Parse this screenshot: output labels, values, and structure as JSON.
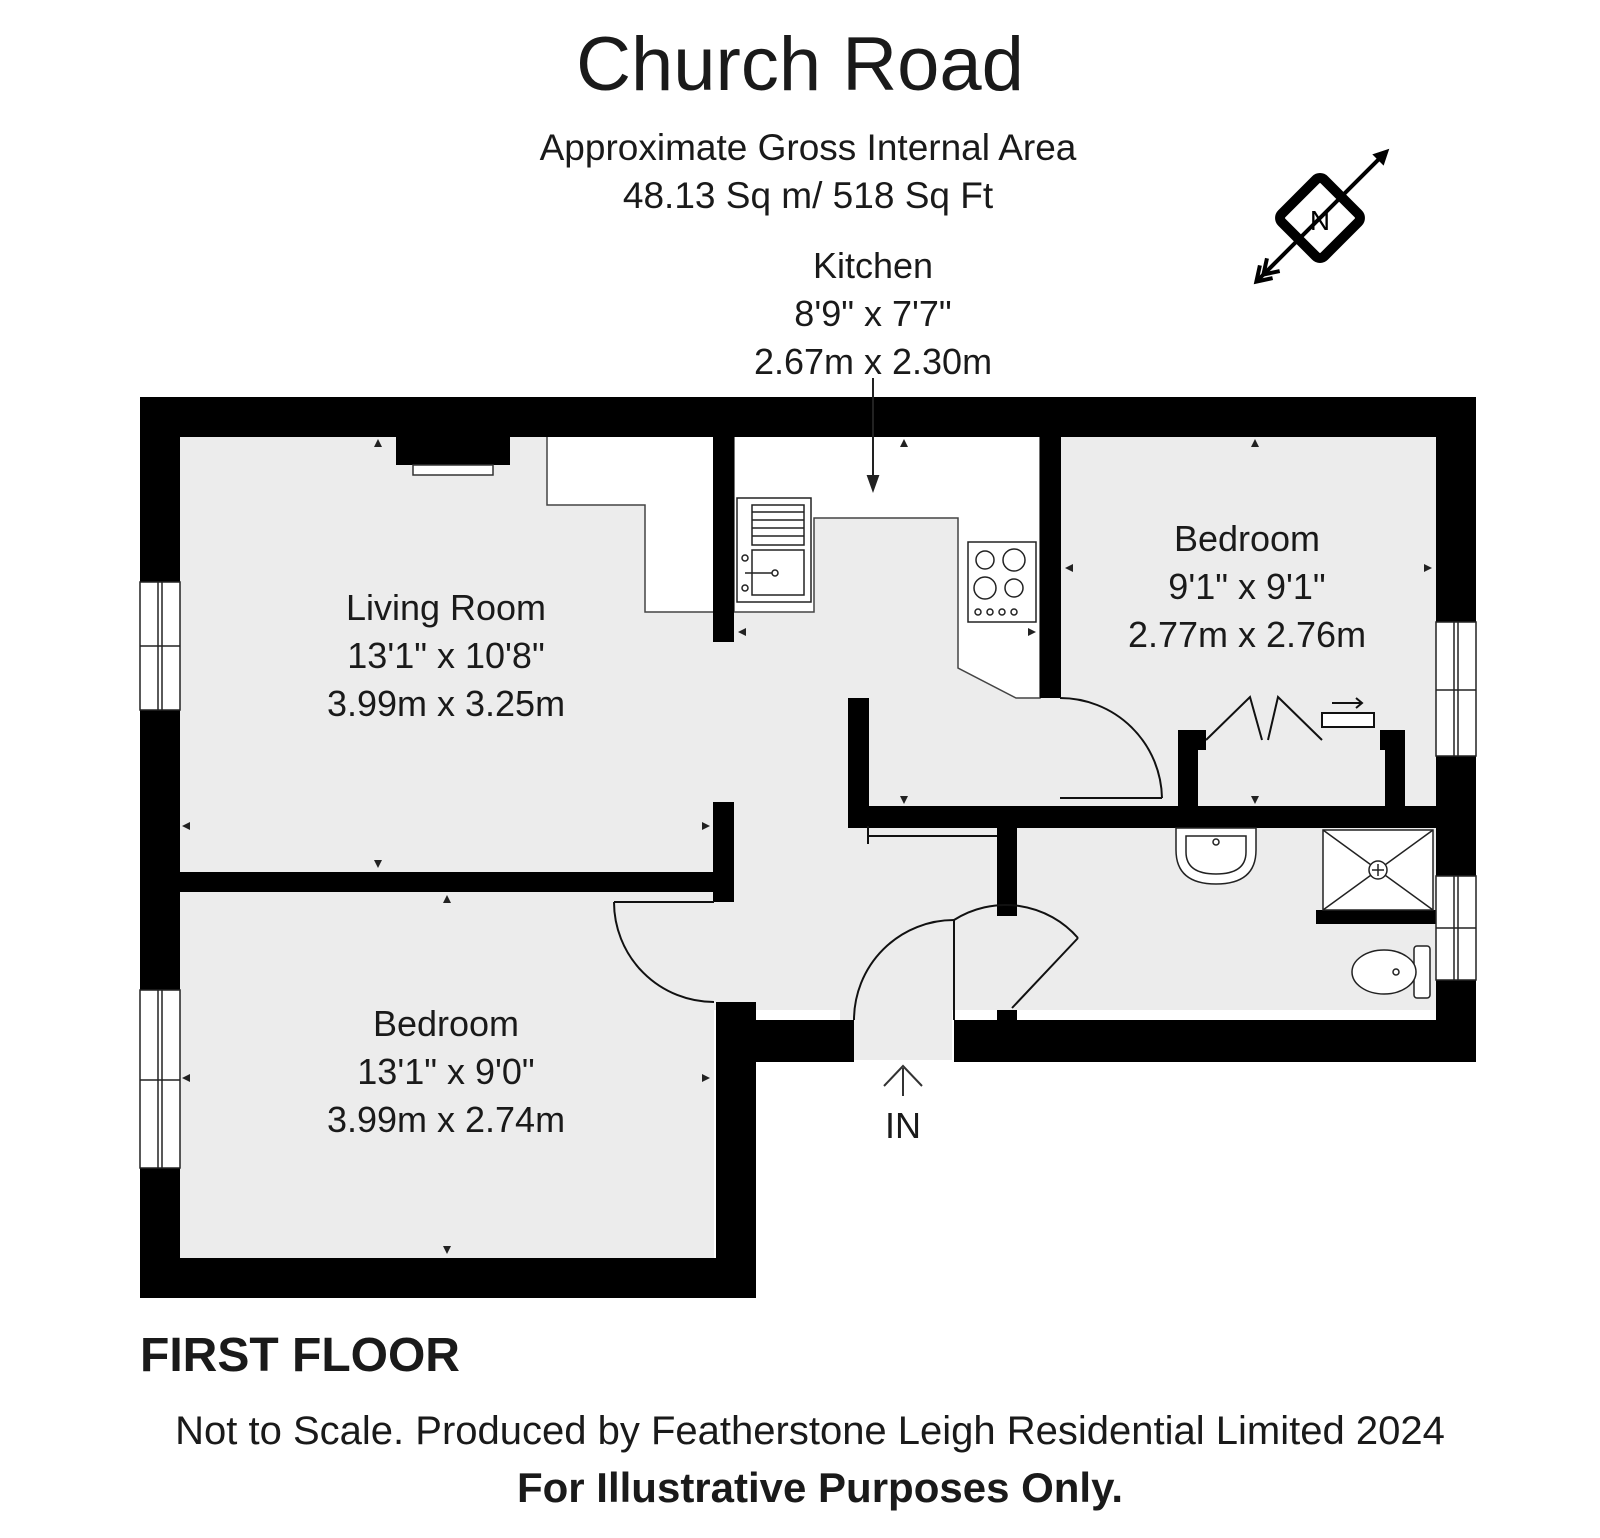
{
  "title": "Church Road",
  "area": {
    "line1": "Approximate Gross Internal Area",
    "line2": "48.13 Sq m/ 518 Sq Ft"
  },
  "compass": {
    "label": "N",
    "icon": "north-arrow-icon"
  },
  "rooms": {
    "kitchen": {
      "name": "Kitchen",
      "imperial": "8'9\" x 7'7\"",
      "metric": "2.67m x 2.30m"
    },
    "living_room": {
      "name": "Living Room",
      "imperial": "13'1\" x 10'8\"",
      "metric": "3.99m x 3.25m"
    },
    "bedroom_1": {
      "name": "Bedroom",
      "imperial": "9'1\" x 9'1\"",
      "metric": "2.77m x 2.76m"
    },
    "bedroom_2": {
      "name": "Bedroom",
      "imperial": "13'1\" x 9'0\"",
      "metric": "3.99m x 2.74m"
    }
  },
  "entrance": "IN",
  "floor_label": "FIRST FLOOR",
  "disclaimer": "Not to Scale. Produced by Featherstone Leigh Residential Limited 2024",
  "illustrative": "For Illustrative Purposes Only.",
  "colors": {
    "wall": "#000000",
    "floor": "#ececec",
    "line": "#222222"
  }
}
